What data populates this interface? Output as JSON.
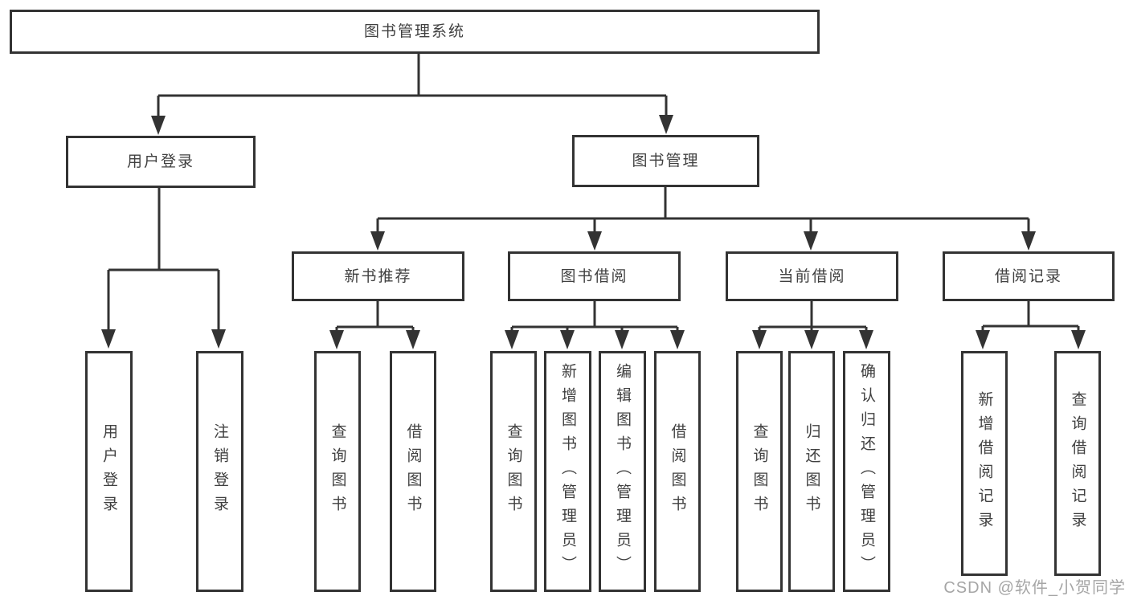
{
  "diagram": {
    "root": {
      "label": "图书管理系统"
    },
    "branches": [
      {
        "label": "用户登录",
        "children": [
          {
            "label": "用户登录"
          },
          {
            "label": "注销登录"
          }
        ]
      },
      {
        "label": "图书管理",
        "groups": [
          {
            "label": "新书推荐",
            "children": [
              {
                "label": "查询图书"
              },
              {
                "label": "借阅图书"
              }
            ]
          },
          {
            "label": "图书借阅",
            "children": [
              {
                "label": "查询图书"
              },
              {
                "label": "新增图书（管理员）"
              },
              {
                "label": "编辑图书（管理员）"
              },
              {
                "label": "借阅图书"
              }
            ]
          },
          {
            "label": "当前借阅",
            "children": [
              {
                "label": "查询图书"
              },
              {
                "label": "归还图书"
              },
              {
                "label": "确认归还（管理员）"
              }
            ]
          },
          {
            "label": "借阅记录",
            "children": [
              {
                "label": "新增借阅记录"
              },
              {
                "label": "查询借阅记录"
              }
            ]
          }
        ]
      }
    ]
  },
  "watermark": {
    "text": "CSDN @软件_小贺同学"
  },
  "colors": {
    "line": "#333333",
    "text": "#404040",
    "watermark": "#a6a6a6",
    "background": "#ffffff"
  }
}
